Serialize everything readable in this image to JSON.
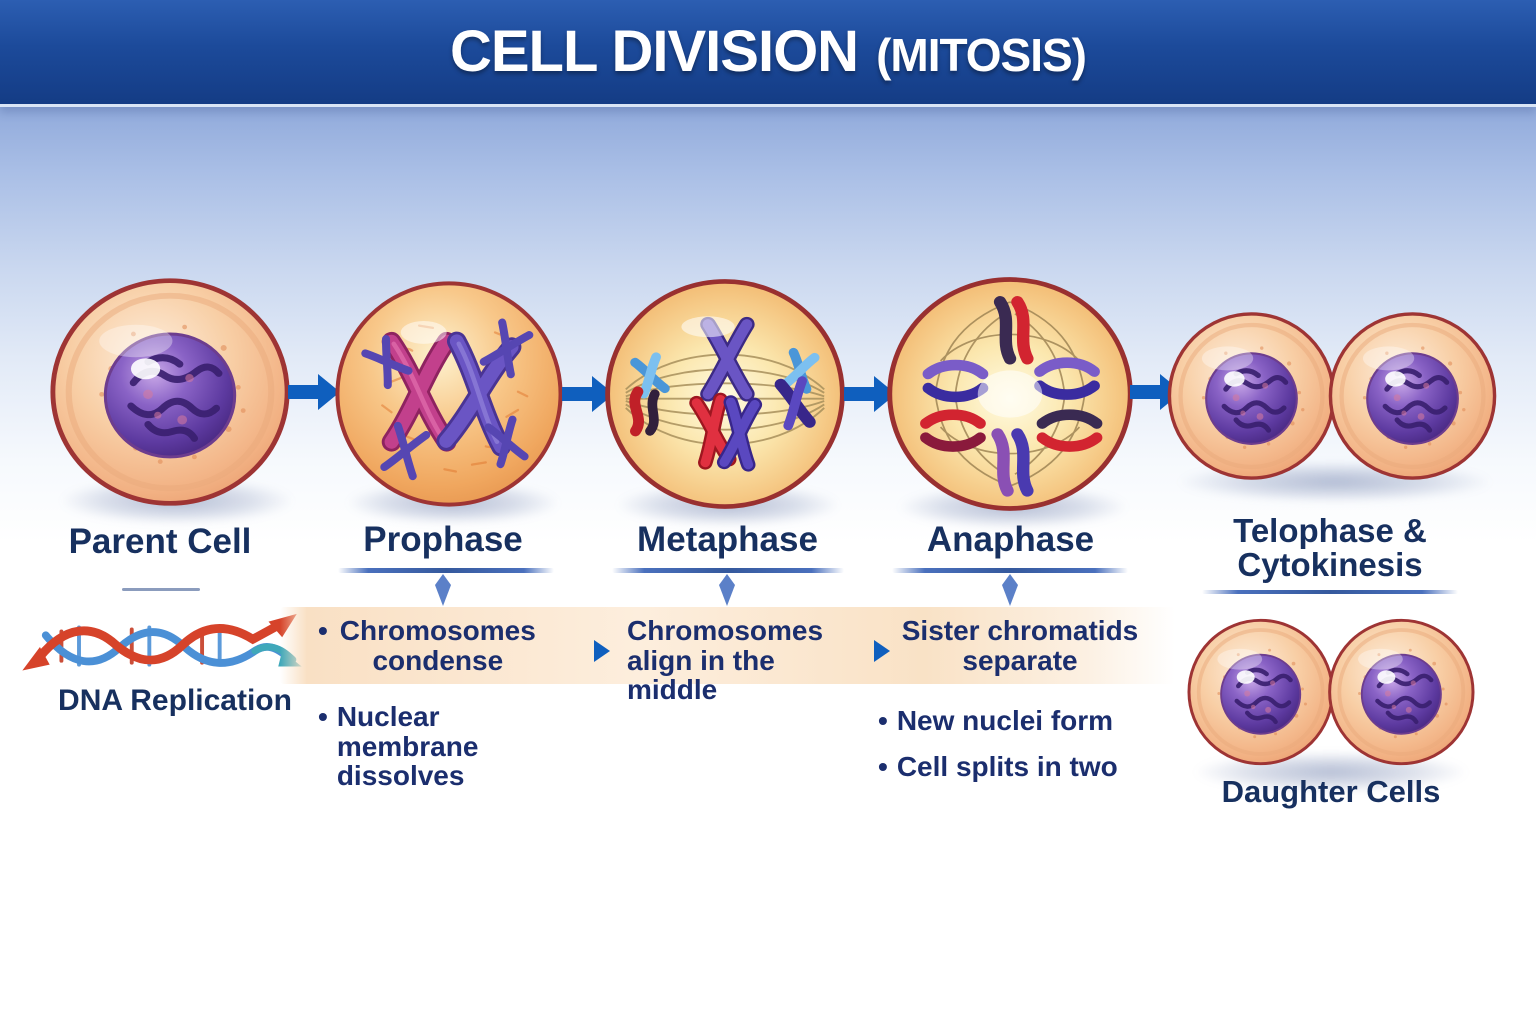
{
  "title": {
    "main": "CELL DIVISION",
    "sub": "(MITOSIS)"
  },
  "stages": {
    "parent": {
      "label": "Parent Cell"
    },
    "prophase": {
      "label": "Prophase",
      "bullet1": "Chromosomes condense",
      "bullet2": "Nuclear membrane dissolves"
    },
    "metaphase": {
      "label": "Metaphase",
      "bullet1": "Chromosomes align in the middle"
    },
    "anaphase": {
      "label": "Anaphase",
      "bullet1": "Sister chromatids separate",
      "bullet2": "New nuclei form",
      "bullet3": "Cell splits in two"
    },
    "telophase": {
      "label_line1": "Telophase &",
      "label_line2": "Cytokinesis"
    },
    "daughter": {
      "label": "Daughter Cells"
    }
  },
  "dna": {
    "label": "DNA Replication"
  },
  "glyphs": {
    "bullet": "•"
  },
  "colors": {
    "banner_blue": "#1c4a9a",
    "background_blue": "#8fa9db",
    "arrow_blue": "#0f5fbe",
    "heading_navy": "#17305f",
    "body_navy": "#1b2e6e",
    "band_peach": "#fbe5cc",
    "cell_membrane_red": "#9e3434",
    "cell_body_peach": "#f5c49c",
    "nucleus_purple": "#5d3aa0",
    "chromosome_magenta": "#c2408c",
    "chromosome_purple": "#6a55c4",
    "chromosome_red": "#d22430",
    "chromosome_blue": "#4a96d8",
    "dna_red": "#d6432a",
    "dna_blue": "#4b90d6"
  }
}
